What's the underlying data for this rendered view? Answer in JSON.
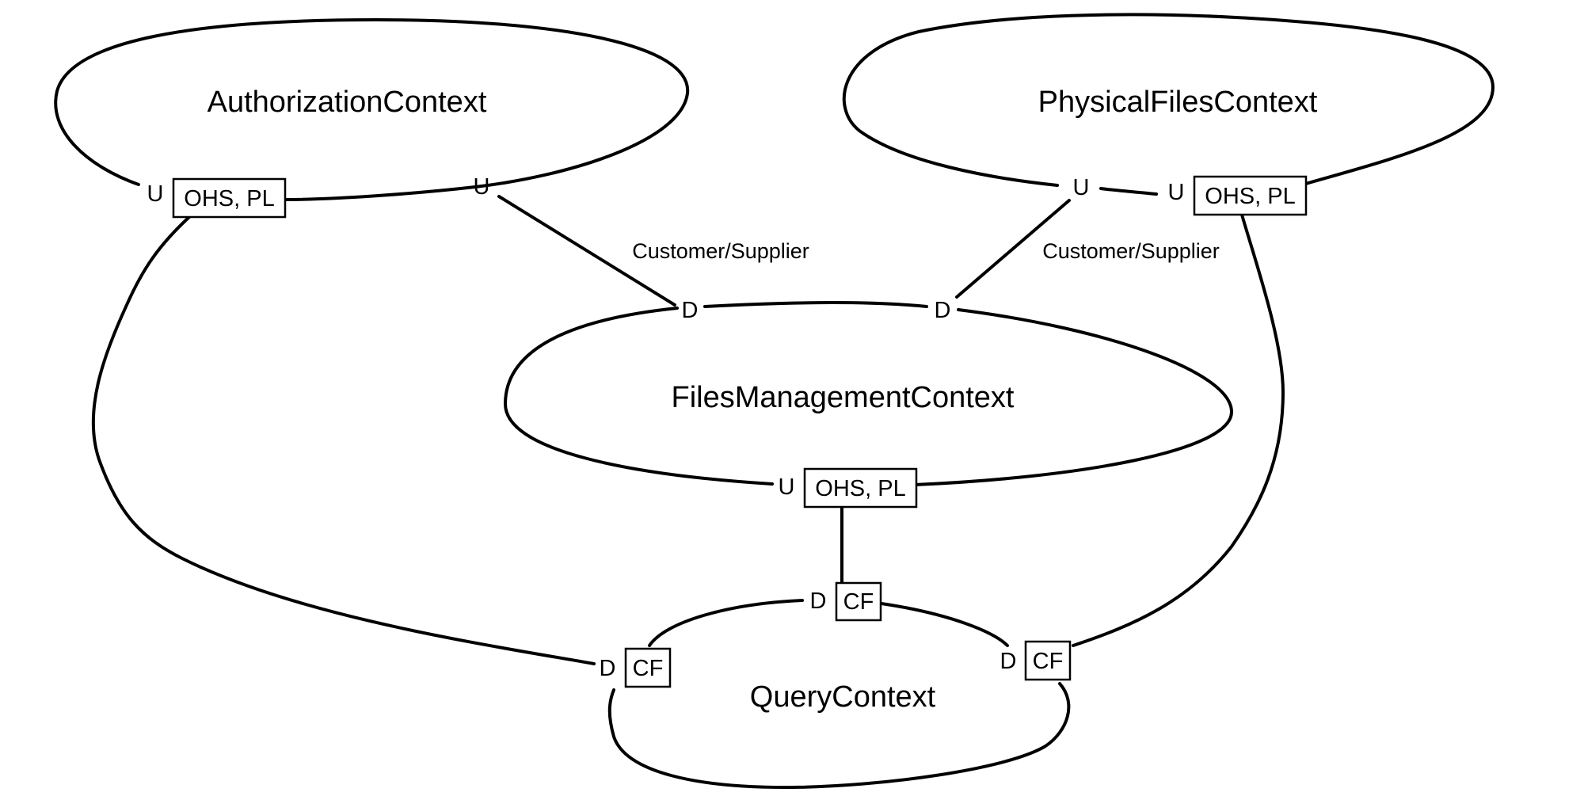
{
  "contexts": {
    "authorization": "AuthorizationContext",
    "physical_files": "PhysicalFilesContext",
    "files_management": "FilesManagementContext",
    "query": "QueryContext"
  },
  "roles": {
    "upstream": "U",
    "downstream": "D"
  },
  "patterns": {
    "open_host_published_language": "OHS, PL",
    "conformist": "CF"
  },
  "relationships": {
    "customer_supplier": "Customer/Supplier"
  }
}
